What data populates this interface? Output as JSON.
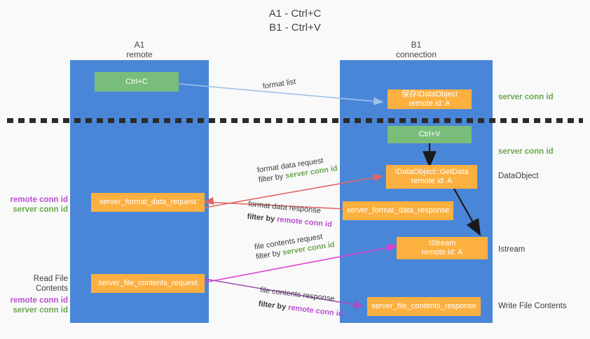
{
  "title": {
    "line1": "A1 - Ctrl+C",
    "line2": "B1 - Ctrl+V"
  },
  "lanes": [
    {
      "id": "a1",
      "name": "A1",
      "role": "remote"
    },
    {
      "id": "b1",
      "name": "B1",
      "role": "connection"
    }
  ],
  "boxes": {
    "ctrl_c": {
      "label": "Ctrl+C",
      "color": "#79bd7b"
    },
    "ctrl_v": {
      "label": "Ctrl+V",
      "color": "#79bd7b"
    },
    "save_idataobject": {
      "line1": "保存IDataObject",
      "line2": "remote id: A",
      "color": "#fcb040"
    },
    "idataobject_getdata": {
      "line1": "IDataObject::GetData",
      "line2": "remote id: A",
      "color": "#fcb040"
    },
    "istream": {
      "line1": "IStream",
      "line2": "remote id: A",
      "color": "#fcb040"
    },
    "server_format_data_request": {
      "label": "server_format_data_request",
      "color": "#fcb040"
    },
    "server_format_data_response": {
      "label": "server_format_data_response",
      "color": "#fcb040"
    },
    "server_file_contents_request": {
      "label": "server_file_contents_request",
      "color": "#fcb040"
    },
    "server_file_contents_response": {
      "label": "server_file_contents_response",
      "color": "#fcb040"
    }
  },
  "edges": {
    "format_list": {
      "label": "format list"
    },
    "format_data_request": {
      "line1": "format data request",
      "filter_prefix": "filter by ",
      "filter_key": "server conn id"
    },
    "format_data_response": {
      "line1": "format data response",
      "filter_prefix": "filter by ",
      "filter_key": "remote conn id"
    },
    "file_contents_request": {
      "line1": "file contents request",
      "filter_prefix": "filter by ",
      "filter_key": "server conn id"
    },
    "file_contents_response": {
      "line1": "file contents response",
      "filter_prefix": "filter by ",
      "filter_key": "remote conn id"
    }
  },
  "right_notes": {
    "server_conn_id_top": "server conn id",
    "server_conn_id_second": "server conn id",
    "dataobject": "DataObject",
    "istream": "Istream",
    "write_file_contents": "Write File Contents"
  },
  "left_notes": {
    "group1_remote": "remote conn id",
    "group1_server": "server conn id",
    "read_file_contents": "Read File Contents",
    "group2_remote": "remote conn id",
    "group2_server": "server conn id"
  },
  "colors": {
    "lane": "#4a86d8",
    "green_box": "#79bd7b",
    "orange_box": "#fcb040",
    "background": "#f9f9f9",
    "divider": "#2b2b2b",
    "arrow_blue": "#9cc3ea",
    "arrow_red": "#e06666",
    "arrow_magenta": "#e040d0",
    "arrow_purple": "#a64fc0",
    "arrow_black": "#000000",
    "green_text": "#6aa84f",
    "purple_text": "#b94fd0"
  }
}
